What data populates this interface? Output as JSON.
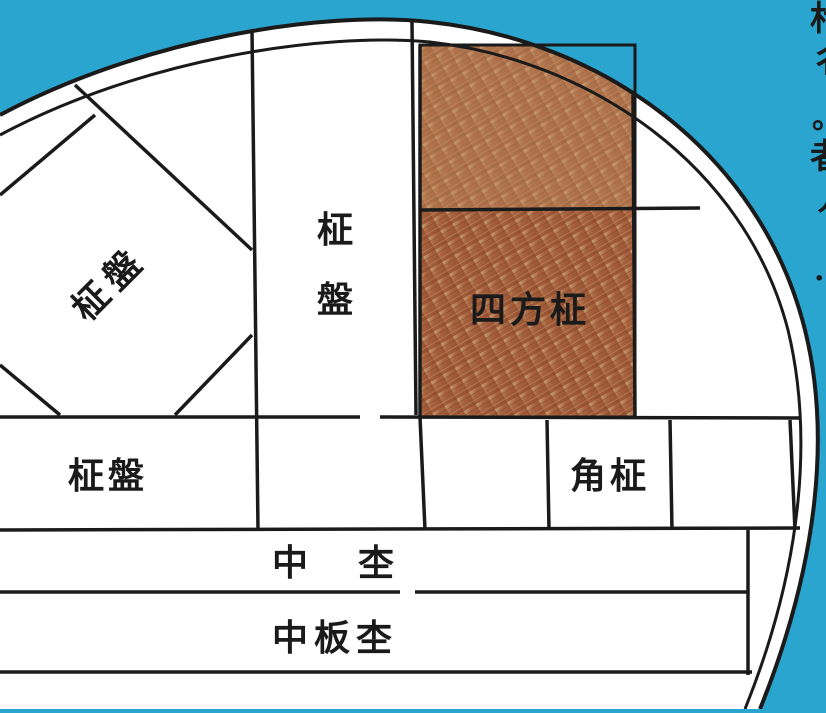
{
  "colors": {
    "background": "#2aa5cf",
    "log_face": "#ffffff",
    "outline": "#1a1a1a",
    "wood_light": "#c9a27a",
    "wood_mid": "#a8643f",
    "wood_dark": "#8e4a2c"
  },
  "labels": {
    "masaita_diagonal": "柾盤",
    "masaita_vertical_top": "柾",
    "masaita_vertical_bottom": "盤",
    "shihomasa": "四方柾",
    "masaita_left": "柾盤",
    "kakumasa": "角柾",
    "naka": "中",
    "naka_sama": "杢",
    "nakaita": "中板杢"
  },
  "edge_text": {
    "line1": "杙",
    "line2": "彳",
    "line3": "。",
    "line4": "者",
    "line5": "丿",
    "line6": "·"
  }
}
